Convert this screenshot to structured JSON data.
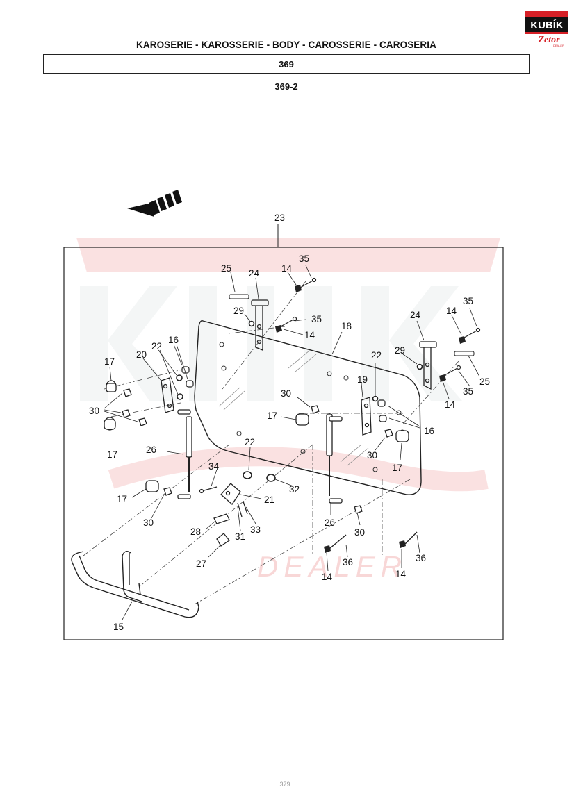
{
  "header": {
    "title": "KAROSERIE - KAROSSERIE - BODY - CAROSSERIE - CAROSERIA",
    "section": "369",
    "subsection": "369-2"
  },
  "logo": {
    "brand_text": "KUBÍK",
    "sub_text": "Zetor",
    "dealer_text": "DEALER",
    "colors": {
      "red": "#d62027",
      "black": "#111111"
    }
  },
  "watermark": {
    "text": "DEALER",
    "color": "#f3b8b8"
  },
  "diagram": {
    "callouts": {
      "c23": "23",
      "c25a": "25",
      "c24a": "24",
      "c14a": "14",
      "c35a": "35",
      "c29a": "29",
      "c35b": "35",
      "c14b": "14",
      "c18": "18",
      "c14c": "14",
      "c35c": "35",
      "c24b": "24",
      "c16a": "16",
      "c22a": "22",
      "c20": "20",
      "c17a": "17",
      "c29b": "29",
      "c22b": "22",
      "c19": "19",
      "c25b": "25",
      "c30a": "30",
      "c30b": "30",
      "c17b": "17",
      "c35d": "35",
      "c14d": "14",
      "c16b": "16",
      "c17c": "17",
      "c26a": "26",
      "c22c": "22",
      "c30c": "30",
      "c17d": "17",
      "c34": "34",
      "c32": "32",
      "c17e": "17",
      "c30d": "30",
      "c21": "21",
      "c28": "28",
      "c31": "31",
      "c33": "33",
      "c26b": "26",
      "c30e": "30",
      "c36a": "36",
      "c36b": "36",
      "c27": "27",
      "c14e": "14",
      "c14f": "14",
      "c15": "15"
    }
  },
  "footer": {
    "page": "379"
  }
}
